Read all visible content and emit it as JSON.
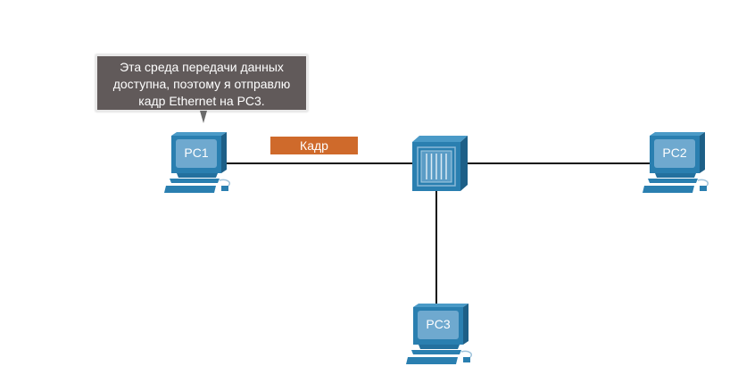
{
  "callout": {
    "lines": [
      "Эта среда передачи данных",
      "доступна, поэтому я отправлю",
      "кадр Ethernet на PC3."
    ]
  },
  "frame_label": "Кадр",
  "devices": {
    "pc1": {
      "label": "PC1",
      "icon": "desktop-computer-icon"
    },
    "pc2": {
      "label": "PC2",
      "icon": "desktop-computer-icon"
    },
    "pc3": {
      "label": "PC3",
      "icon": "desktop-computer-icon"
    },
    "switch": {
      "icon": "switch-icon"
    }
  },
  "links": [
    [
      "PC1",
      "switch"
    ],
    [
      "switch",
      "PC2"
    ],
    [
      "switch",
      "PC3"
    ]
  ],
  "colors": {
    "device_blue": "#2a7fb0",
    "frame_orange": "#cf6a2b",
    "callout_bg": "#615a5a"
  }
}
